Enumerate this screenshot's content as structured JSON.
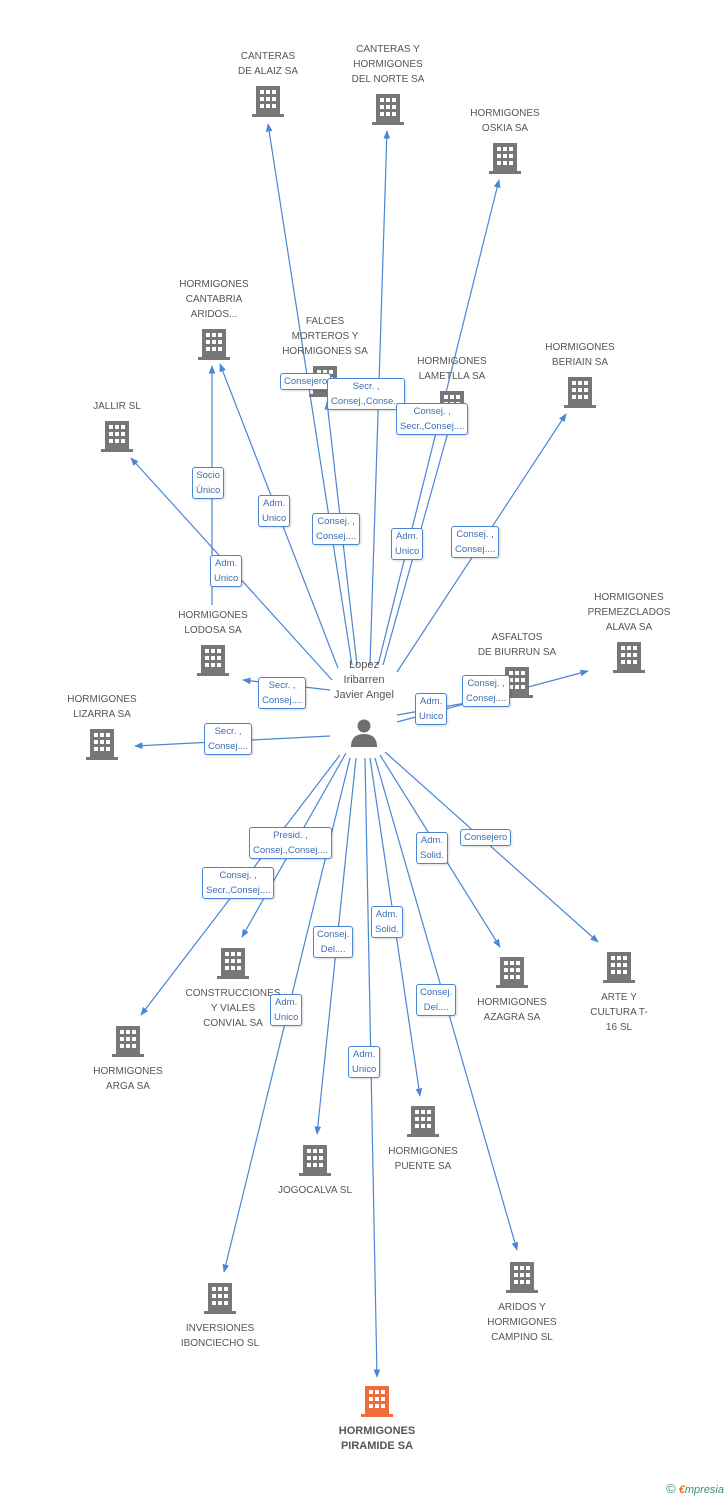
{
  "colors": {
    "edge": "#4a86d4",
    "icon": "#777777",
    "highlight": "#f26b3a",
    "label": "#555555"
  },
  "person": {
    "lines": [
      "Lopez",
      "Iribarren",
      "Javier Angel"
    ],
    "icon": "person-icon"
  },
  "companies": [
    {
      "id": "canteras-alaiz",
      "lines": [
        "CANTERAS",
        "DE ALAIZ SA"
      ]
    },
    {
      "id": "canteras-norte",
      "lines": [
        "CANTERAS Y",
        "HORMIGONES",
        "DEL NORTE SA"
      ]
    },
    {
      "id": "oskia",
      "lines": [
        "HORMIGONES",
        "OSKIA SA"
      ]
    },
    {
      "id": "cantabria",
      "lines": [
        "HORMIGONES",
        "CANTABRIA",
        "ARIDOS..."
      ]
    },
    {
      "id": "falces",
      "lines": [
        "FALCES",
        "MORTEROS Y",
        "HORMIGONES SA"
      ]
    },
    {
      "id": "lametlla",
      "lines": [
        "HORMIGONES",
        "LAMETLLA SA"
      ]
    },
    {
      "id": "beriain",
      "lines": [
        "HORMIGONES",
        "BERIAIN SA"
      ]
    },
    {
      "id": "jallir",
      "lines": [
        "JALLIR SL"
      ]
    },
    {
      "id": "lodosa",
      "lines": [
        "HORMIGONES",
        "LODOSA SA"
      ]
    },
    {
      "id": "premezclados",
      "lines": [
        "HORMIGONES",
        "PREMEZCLADOS",
        "ALAVA SA"
      ]
    },
    {
      "id": "asfaltos",
      "lines": [
        "ASFALTOS",
        "DE BIURRUN SA"
      ]
    },
    {
      "id": "lizarra",
      "lines": [
        "HORMIGONES",
        "LIZARRA SA"
      ]
    },
    {
      "id": "convial",
      "lines": [
        "CONSTRUCCIONES",
        "Y VIALES",
        "CONVIAL SA"
      ]
    },
    {
      "id": "azagra",
      "lines": [
        "HORMIGONES",
        "AZAGRA SA"
      ]
    },
    {
      "id": "arte",
      "lines": [
        "ARTE Y",
        "CULTURA T-",
        "16 SL"
      ]
    },
    {
      "id": "arga",
      "lines": [
        "HORMIGONES",
        "ARGA SA"
      ]
    },
    {
      "id": "puente",
      "lines": [
        "HORMIGONES",
        "PUENTE SA"
      ]
    },
    {
      "id": "jogocalva",
      "lines": [
        "JOGOCALVA SL"
      ]
    },
    {
      "id": "ibonciecho",
      "lines": [
        "INVERSIONES",
        "IBONCIECHO SL"
      ]
    },
    {
      "id": "campino",
      "lines": [
        "ARIDOS Y",
        "HORMIGONES",
        "CAMPINO SL"
      ]
    },
    {
      "id": "piramide",
      "lines": [
        "HORMIGONES",
        "PIRAMIDE SA"
      ],
      "highlight": true
    }
  ],
  "roles": [
    {
      "id": "r-falces",
      "lines": [
        "Consejero"
      ]
    },
    {
      "id": "r-canteras-alaiz",
      "lines": [
        "Secr. ,",
        "Consej.,Conse..."
      ]
    },
    {
      "id": "r-lametlla",
      "lines": [
        "Consej. ,",
        "Secr.,Consej...."
      ]
    },
    {
      "id": "r-jallir",
      "lines": [
        "Socio",
        "Único"
      ]
    },
    {
      "id": "r-cantabria",
      "lines": [
        "Adm.",
        "Unico"
      ]
    },
    {
      "id": "r-canteras-norte",
      "lines": [
        "Consej. ,",
        "Consej...."
      ]
    },
    {
      "id": "r-oskia",
      "lines": [
        "Adm.",
        "Unico"
      ]
    },
    {
      "id": "r-beriain",
      "lines": [
        "Consej. ,",
        "Consej...."
      ]
    },
    {
      "id": "r-lodosa",
      "lines": [
        "Adm.",
        "Unico"
      ]
    },
    {
      "id": "r-asfaltos",
      "lines": [
        "Secr. ,",
        "Consej...."
      ]
    },
    {
      "id": "r-lizarra",
      "lines": [
        "Secr. ,",
        "Consej...."
      ]
    },
    {
      "id": "r-premezclados-adm",
      "lines": [
        "Adm.",
        "Unico"
      ]
    },
    {
      "id": "r-premezclados",
      "lines": [
        "Consej. ,",
        "Consej...."
      ]
    },
    {
      "id": "r-convial",
      "lines": [
        "Presid. ,",
        "Consej.,Consej...."
      ]
    },
    {
      "id": "r-arga",
      "lines": [
        "Consej. ,",
        "Secr.,Consej...."
      ]
    },
    {
      "id": "r-azagra",
      "lines": [
        "Adm.",
        "Solid."
      ]
    },
    {
      "id": "r-arte",
      "lines": [
        "Consejero"
      ]
    },
    {
      "id": "r-puente",
      "lines": [
        "Adm.",
        "Solid."
      ]
    },
    {
      "id": "r-jogocalva",
      "lines": [
        "Consej.",
        "Del...."
      ]
    },
    {
      "id": "r-campino",
      "lines": [
        "Consej.",
        "Del...."
      ]
    },
    {
      "id": "r-ibonciecho",
      "lines": [
        "Adm.",
        "Unico"
      ]
    },
    {
      "id": "r-piramide",
      "lines": [
        "Adm.",
        "Unico"
      ]
    }
  ],
  "footer": {
    "copyright": "©",
    "brand_first": "€",
    "brand_rest": "mpresia"
  }
}
